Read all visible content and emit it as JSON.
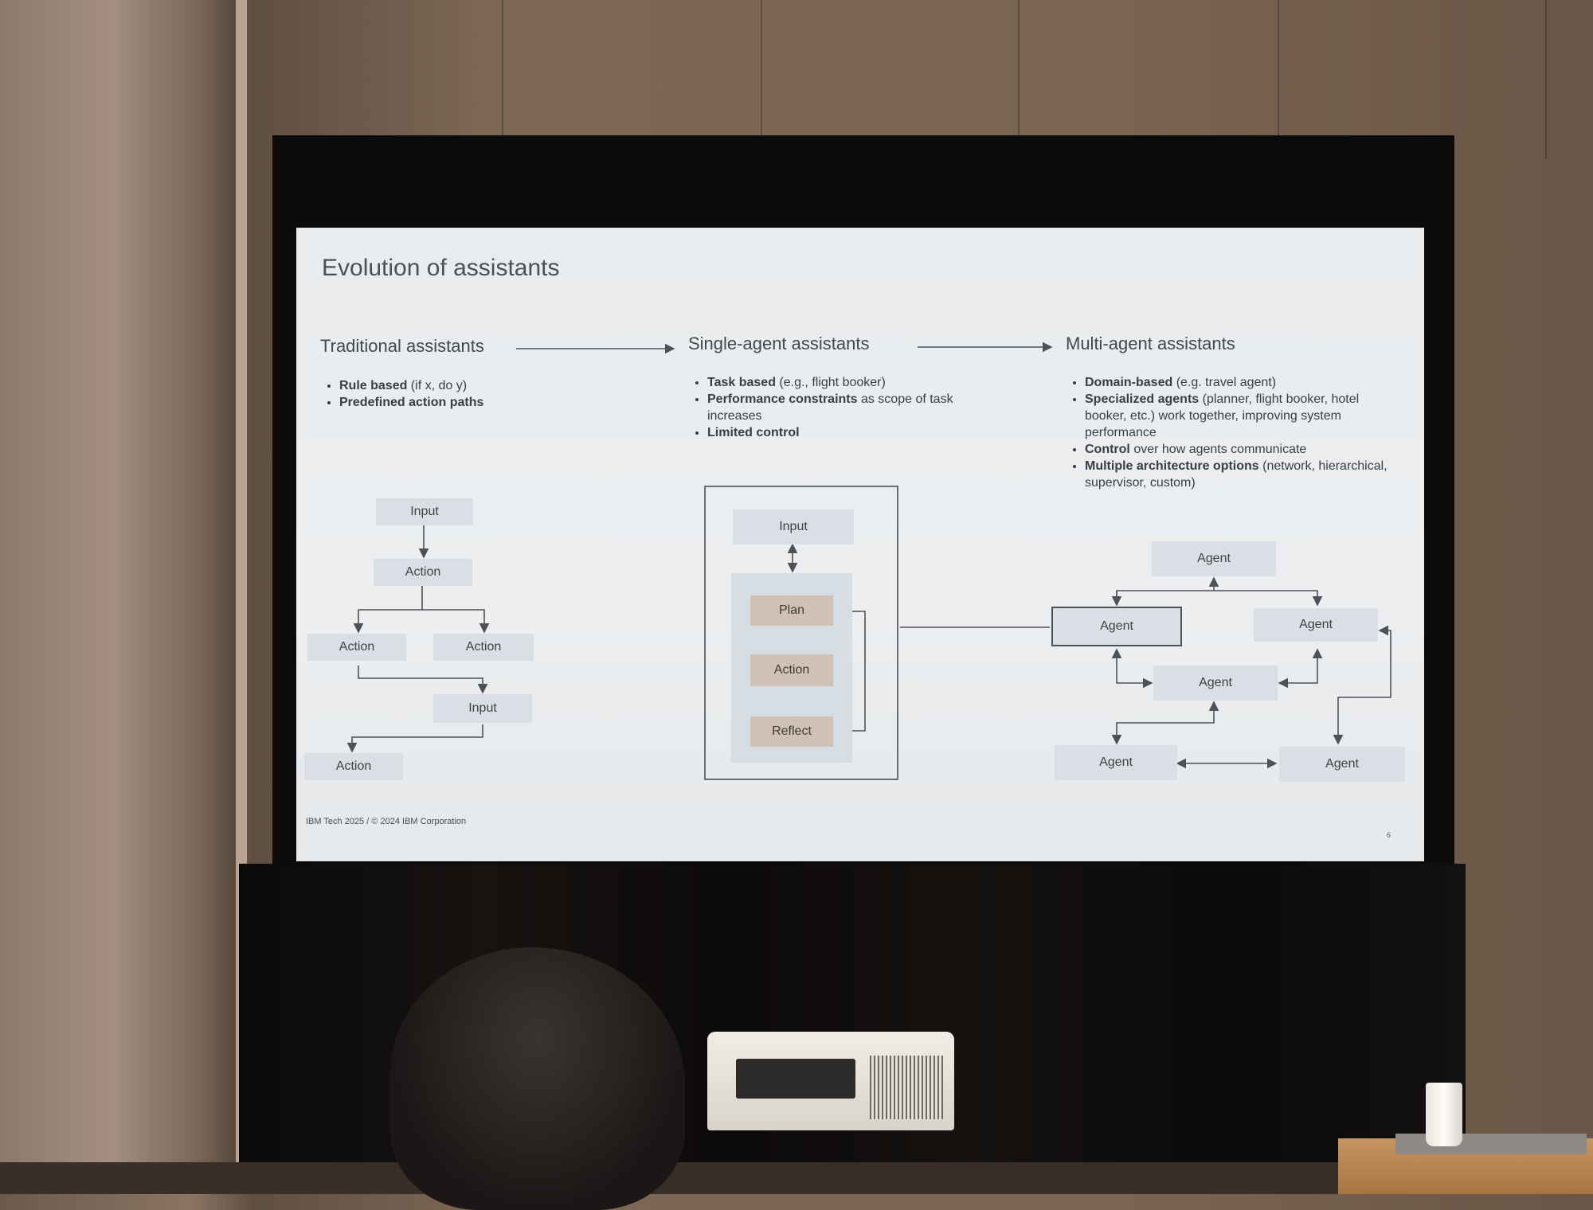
{
  "slide": {
    "title": "Evolution of assistants",
    "footer": "IBM Tech 2025 / © 2024 IBM Corporation",
    "page_number": "6"
  },
  "columns": {
    "traditional": {
      "title": "Traditional assistants",
      "bullets": [
        {
          "bold": "Rule based",
          "rest": " (if x, do y)"
        },
        {
          "bold": "Predefined action paths",
          "rest": ""
        }
      ],
      "nodes": {
        "input_top": "Input",
        "action_1": "Action",
        "action_left": "Action",
        "action_right": "Action",
        "input_mid": "Input",
        "action_bottom": "Action"
      }
    },
    "single_agent": {
      "title": "Single-agent assistants",
      "bullets": [
        {
          "bold": "Task based",
          "rest": " (e.g., flight booker)"
        },
        {
          "bold": "Performance constraints",
          "rest": " as scope of task increases"
        },
        {
          "bold": "Limited control",
          "rest": ""
        }
      ],
      "nodes": {
        "input": "Input",
        "plan": "Plan",
        "action": "Action",
        "reflect": "Reflect"
      }
    },
    "multi_agent": {
      "title": "Multi-agent assistants",
      "bullets": [
        {
          "bold": "Domain-based",
          "rest": " (e.g. travel agent)"
        },
        {
          "bold": "Specialized agents",
          "rest": " (planner, flight booker, hotel booker, etc.) work together, improving system performance"
        },
        {
          "bold": "Control",
          "rest": " over how agents communicate"
        },
        {
          "bold": "Multiple architecture options",
          "rest": " (network, hierarchical, supervisor, custom)"
        }
      ],
      "nodes": {
        "agent_top": "Agent",
        "agent_left": "Agent",
        "agent_right": "Agent",
        "agent_center": "Agent",
        "agent_bottom_left": "Agent",
        "agent_bottom_right": "Agent"
      }
    }
  },
  "colors": {
    "node_fill": "#d9dfe4",
    "node_tan": "#cfc2b5",
    "line": "#4e5156"
  }
}
